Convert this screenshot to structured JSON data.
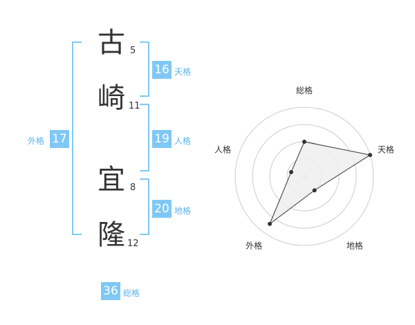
{
  "name": {
    "chars": [
      {
        "char": "古",
        "strokes": "5"
      },
      {
        "char": "崎",
        "strokes": "11"
      },
      {
        "char": "宜",
        "strokes": "8"
      },
      {
        "char": "隆",
        "strokes": "12"
      }
    ]
  },
  "kakusu": {
    "tenkaku": {
      "value": "16",
      "label": "天格"
    },
    "jinkaku": {
      "value": "19",
      "label": "人格"
    },
    "chikaku": {
      "value": "20",
      "label": "地格"
    },
    "gaikaku": {
      "value": "17",
      "label": "外格"
    },
    "soukaku": {
      "value": "36",
      "label": "総格"
    }
  },
  "colors": {
    "accent": "#7fc8f5",
    "accent_text": "#5ab4ee"
  },
  "chart_data": {
    "type": "radar",
    "axes": [
      "総格",
      "天格",
      "地格",
      "外格",
      "人格"
    ],
    "values": [
      0.5,
      1.0,
      0.25,
      0.85,
      0.2
    ],
    "rings": 4,
    "range": [
      0,
      1
    ],
    "fill_color": "#eeeeee",
    "line_color": "#333333"
  }
}
